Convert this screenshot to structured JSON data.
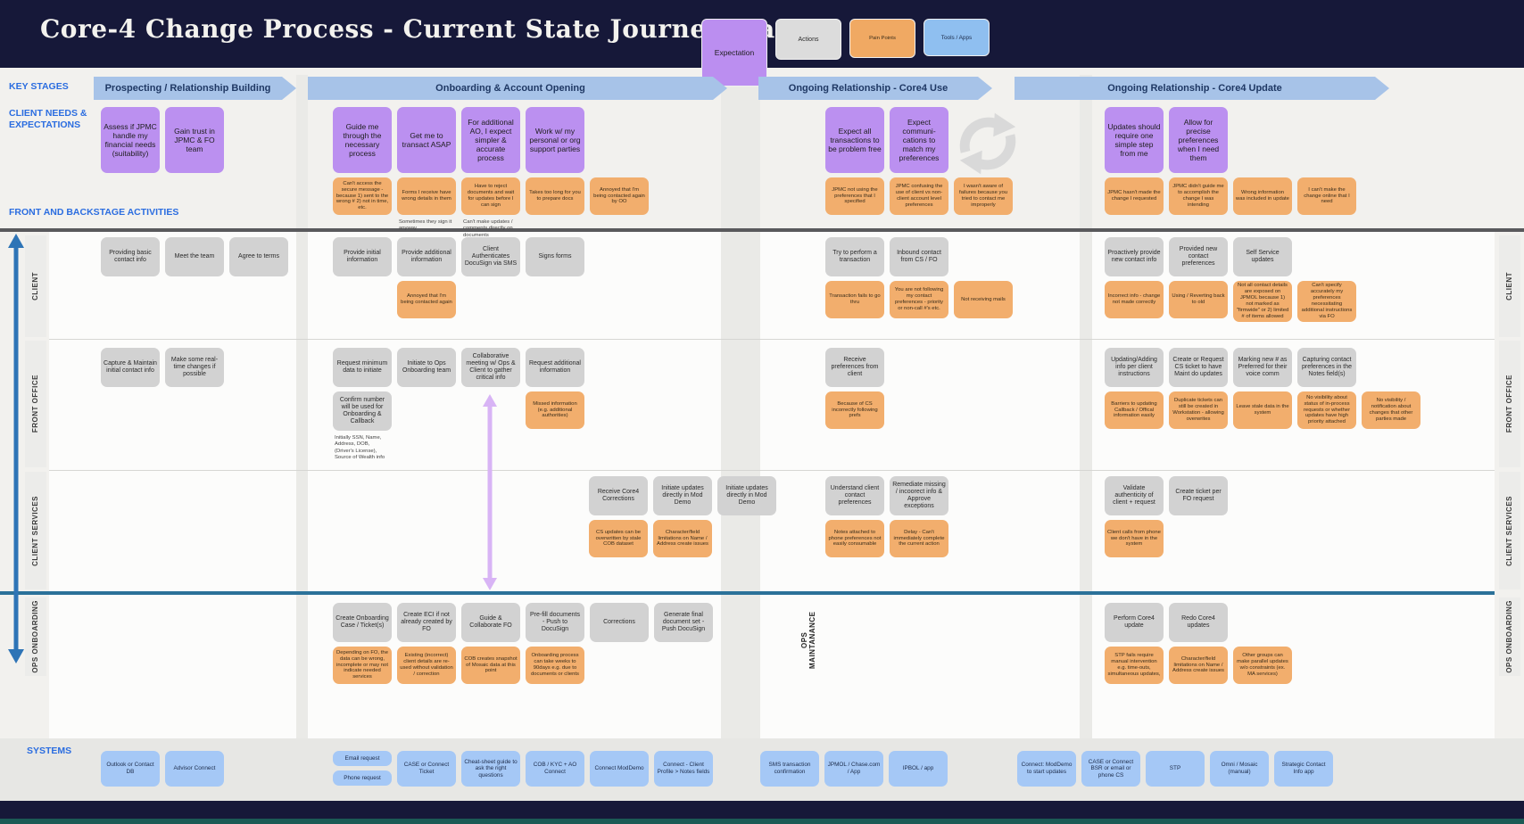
{
  "header": {
    "title": "Core-4 Change Process - Current State Journey Map",
    "legend": [
      {
        "label": "Expectation",
        "type": "expectation"
      },
      {
        "label": "Actions",
        "type": "action"
      },
      {
        "label": "Pain Points",
        "type": "pain"
      },
      {
        "label": "Tools / Apps",
        "type": "tool"
      }
    ]
  },
  "labels": {
    "key_stages": "KEY STAGES",
    "client_needs": "CLIENT NEEDS &\nEXPECTATIONS",
    "front_backstage": "FRONT AND BACKSTAGE ACTIVITIES",
    "systems": "SYSTEMS",
    "ops_maintanance": "OPS MAINTANANCE"
  },
  "stages": [
    {
      "label": "Prospecting / Relationship Building"
    },
    {
      "label": "Onboarding & Account Opening"
    },
    {
      "label": "Ongoing Relationship - Core4 Use"
    },
    {
      "label": "Ongoing Relationship - Core4 Update"
    }
  ],
  "lanes": [
    "CLIENT",
    "FRONT OFFICE",
    "CLIENT SERVICES",
    "OPS ONBOARDING"
  ],
  "colors": {
    "header_bg": "#161839",
    "expectation": "#bb90f0",
    "action": "#d2d2d2",
    "pain": "#f2ae6d",
    "tool": "#a5c8f6",
    "stage_arrow": "#a7c3e8",
    "label_blue": "#2b6de0",
    "visibility_line": "#2b7199",
    "footer_strip": "#1b5a55"
  },
  "cells": {
    "needs": {
      "s1": [
        [
          {
            "kind": "expectation",
            "text": "Assess if JPMC handle my financial needs (suitability)"
          }
        ],
        [
          {
            "kind": "expectation",
            "text": "Gain trust in JPMC & FO team"
          }
        ]
      ],
      "s2": [
        [
          {
            "kind": "expectation",
            "text": "Guide me through the necessary process"
          },
          {
            "kind": "pain",
            "text": "Can't access the secure message - because 1) sent to the wrong # 2) not in time, etc."
          }
        ],
        [
          {
            "kind": "expectation",
            "text": "Get me to transact ASAP"
          },
          {
            "kind": "pain",
            "text": "Forms I receive have wrong details in them"
          },
          {
            "kind": "note",
            "text": "Sometimes they sign it anyway"
          }
        ],
        [
          {
            "kind": "expectation",
            "text": "For additional AO, I expect simpler & accurate process"
          },
          {
            "kind": "pain",
            "text": "Have to reject documents and wait for updates before I can sign"
          },
          {
            "kind": "note",
            "text": "Can't make updates / comments directly on documents"
          }
        ],
        [
          {
            "kind": "expectation",
            "text": "Work w/ my personal or org support parties"
          },
          {
            "kind": "pain",
            "text": "Takes too long for you to prepare docs"
          }
        ],
        [
          {
            "kind": "spacerE"
          },
          {
            "kind": "pain",
            "text": "Annoyed that I'm being contacted again by OO"
          }
        ]
      ],
      "s3": [
        [
          {
            "kind": "expectation",
            "text": "Expect all transactions to be problem free"
          },
          {
            "kind": "pain",
            "text": "JPMC not using the preferences that I specified"
          }
        ],
        [
          {
            "kind": "expectation",
            "text": "Expect communi-cations to match my preferences"
          },
          {
            "kind": "pain",
            "text": "JPMC confusing the use of client vs non-client account level preferences"
          }
        ],
        [
          {
            "kind": "spacerE"
          },
          {
            "kind": "pain",
            "text": "I wasn't aware of failures because you tried to contact me improperly"
          }
        ]
      ],
      "s4": [
        [
          {
            "kind": "expectation",
            "text": "Updates should require one simple step from me"
          },
          {
            "kind": "pain",
            "text": "JPMC hasn't made the change I requested"
          }
        ],
        [
          {
            "kind": "expectation",
            "text": "Allow for precise preferences when I need them"
          },
          {
            "kind": "pain",
            "text": "JPMC didn't guide me to accomplish the change I was intending"
          }
        ],
        [
          {
            "kind": "spacerE"
          },
          {
            "kind": "pain",
            "text": "Wrong information was included in update"
          }
        ],
        [
          {
            "kind": "spacerE"
          },
          {
            "kind": "pain",
            "text": "I can't make the change online that I need"
          }
        ]
      ]
    },
    "client": {
      "s1": [
        [
          {
            "kind": "action",
            "text": "Providing basic contact info"
          }
        ],
        [
          {
            "kind": "action",
            "text": "Meet the team"
          }
        ],
        [
          {
            "kind": "action",
            "text": "Agree to terms"
          }
        ]
      ],
      "s2": [
        [
          {
            "kind": "action",
            "text": "Provide initial information"
          }
        ],
        [
          {
            "kind": "action",
            "text": "Provide additional information"
          },
          {
            "kind": "pain",
            "text": "Annoyed that I'm being contacted again"
          }
        ],
        [
          {
            "kind": "action",
            "text": "Client Authenticates DocuSign via SMS"
          }
        ],
        [
          {
            "kind": "action",
            "text": "Signs forms"
          }
        ]
      ],
      "s3": [
        [
          {
            "kind": "action",
            "text": "Try to perform a transaction"
          },
          {
            "kind": "pain",
            "text": "Transaction fails to go thru"
          }
        ],
        [
          {
            "kind": "action",
            "text": "Inbound contact from CS / FO"
          },
          {
            "kind": "pain",
            "text": "You are not following my contact preferences - priority or non-call #'s etc."
          }
        ],
        [
          {
            "kind": "spacerA"
          },
          {
            "kind": "pain",
            "text": "Not receiving mails"
          }
        ]
      ],
      "s4": [
        [
          {
            "kind": "action",
            "text": "Proactively provide new contact info"
          },
          {
            "kind": "pain",
            "text": "Incorrect info - change not made correctly"
          }
        ],
        [
          {
            "kind": "action",
            "text": "Provided new contact preferences"
          },
          {
            "kind": "pain",
            "text": "Using / Reverting back to old"
          }
        ],
        [
          {
            "kind": "action",
            "text": "Self Service updates"
          },
          {
            "kind": "pain",
            "text": "Not all contact details are exposed on JPMOL because 1) not marked as \"firmwide\" or 2) limited # of items allowed"
          }
        ],
        [
          {
            "kind": "spacerA"
          },
          {
            "kind": "pain",
            "text": "Can't specify accurately my preferences necessitating additional instructions via FO"
          }
        ]
      ]
    },
    "fo": {
      "s1": [
        [
          {
            "kind": "action",
            "text": "Capture & Maintain initial contact info"
          }
        ],
        [
          {
            "kind": "action",
            "text": "Make some real-time changes if possible"
          }
        ]
      ],
      "s2": [
        [
          {
            "kind": "action",
            "text": "Request minimum data to initiate"
          },
          {
            "kind": "action",
            "text": "Confirm number will be used for Onboarding & Callback"
          },
          {
            "kind": "note",
            "text": "Initially SSN, Name, Address, DOB, (Driver's License), Source of Wealth info"
          }
        ],
        [
          {
            "kind": "action",
            "text": "Initiate to Ops Onboarding team"
          }
        ],
        [
          {
            "kind": "action",
            "text": "Collaborative meeting w/ Ops & Client to gather critical info"
          }
        ],
        [
          {
            "kind": "action",
            "text": "Request additional information"
          },
          {
            "kind": "pain",
            "text": "Missed information (e.g. additional authorities)"
          }
        ]
      ],
      "s3": [
        [
          {
            "kind": "action",
            "text": "Receive preferences from client"
          },
          {
            "kind": "pain",
            "text": "Because of CS incorrectly following prefs"
          }
        ]
      ],
      "s4": [
        [
          {
            "kind": "action",
            "text": "Updating/Adding info per client instructions"
          },
          {
            "kind": "pain",
            "text": "Barriers to updating Callback / Offical information easily"
          }
        ],
        [
          {
            "kind": "action",
            "text": "Create or Request CS ticket to have Maint do updates"
          },
          {
            "kind": "pain",
            "text": "Duplicate tickets can still be created in Workstation - allowing overwrites"
          }
        ],
        [
          {
            "kind": "action",
            "text": "Marking new # as Preferred for their voice comm"
          },
          {
            "kind": "pain",
            "text": "Leave stale data in the system"
          }
        ],
        [
          {
            "kind": "action",
            "text": "Capturing contact preferences in the Notes field(s)"
          },
          {
            "kind": "pain",
            "text": "No visibility about status of in-process requests or whether updates have high priority attached"
          }
        ],
        [
          {
            "kind": "spacerA"
          },
          {
            "kind": "pain",
            "text": "No visibility / notification about changes that other parties made"
          }
        ]
      ]
    },
    "cs": {
      "s2": [
        [
          {
            "kind": "action",
            "text": "Receive Core4 Corrections"
          },
          {
            "kind": "pain",
            "text": "CS updates can be overwritten by stale COB dataset"
          }
        ],
        [
          {
            "kind": "action",
            "text": "Initiate updates directly in Mod Demo"
          },
          {
            "kind": "pain",
            "text": "Character/field limitations on Name / Address create issues"
          }
        ],
        [
          {
            "kind": "action",
            "text": "Initiate updates directly in Mod Demo"
          }
        ]
      ],
      "s3": [
        [
          {
            "kind": "action",
            "text": "Understand client contact preferences"
          },
          {
            "kind": "pain",
            "text": "Notes attached to phone preferences not easily consumable"
          }
        ],
        [
          {
            "kind": "action",
            "text": "Remediate missing / incoorect info & Approve exceptions"
          },
          {
            "kind": "pain",
            "text": "Delay - Can't immediately complete the current action"
          }
        ]
      ],
      "s4": [
        [
          {
            "kind": "action",
            "text": "Validate authenticity of client + request"
          },
          {
            "kind": "pain",
            "text": "Client calls from phone we don't have in the system"
          }
        ],
        [
          {
            "kind": "action",
            "text": "Create ticket per FO request"
          }
        ]
      ]
    },
    "ops": {
      "s2": [
        [
          {
            "kind": "action",
            "text": "Create Onboarding Case / Ticket(s)"
          },
          {
            "kind": "pain",
            "text": "Depending on FO, the data can be wrong, incomplete or may not indicate needed services"
          }
        ],
        [
          {
            "kind": "action",
            "text": "Create ECI if not already created by FO"
          },
          {
            "kind": "pain",
            "text": "Existing (incorrect) client details are re-used without validation / correction"
          }
        ],
        [
          {
            "kind": "action",
            "text": "Guide & Collaborate FO"
          },
          {
            "kind": "pain",
            "text": "COB creates snapshot of Mosaic data at this point"
          }
        ],
        [
          {
            "kind": "action",
            "text": "Pre-fill documents - Push to DocuSign"
          },
          {
            "kind": "pain",
            "text": "Onboarding process can take weeks to 90days e.g. due to documents or clients"
          }
        ],
        [
          {
            "kind": "action",
            "text": "Corrections"
          }
        ],
        [
          {
            "kind": "action",
            "text": "Generate final document set - Push DocuSign"
          }
        ]
      ],
      "s4": [
        [
          {
            "kind": "action",
            "text": "Perform Core4 update"
          },
          {
            "kind": "pain",
            "text": "STP fails require manual intervention e.g. time-outs, simultaneous updates,"
          }
        ],
        [
          {
            "kind": "action",
            "text": "Redo Core4 updates"
          },
          {
            "kind": "pain",
            "text": "Character/field limitations on Name / Address create issues"
          }
        ],
        [
          {
            "kind": "spacerA"
          },
          {
            "kind": "pain",
            "text": "Other groups can make parallel updates w/o constraints (ex. MA services)"
          }
        ]
      ]
    },
    "systems": {
      "s1": [
        [
          {
            "kind": "tool",
            "text": "Outlook or Contact DB"
          }
        ],
        [
          {
            "kind": "tool",
            "text": "Advisor Connect"
          }
        ]
      ],
      "s2": [
        [
          {
            "kind": "toolsm",
            "text": "Email request"
          },
          {
            "kind": "toolsm",
            "text": "Phone request"
          }
        ],
        [
          {
            "kind": "tool",
            "text": "CASE or Connect Ticket"
          }
        ],
        [
          {
            "kind": "tool",
            "text": "Cheat-sheet guide to ask the right questions"
          }
        ],
        [
          {
            "kind": "tool",
            "text": "COB / KYC + AO Connect"
          }
        ],
        [
          {
            "kind": "tool",
            "text": "Connect ModDemo"
          }
        ],
        [
          {
            "kind": "tool",
            "text": "Connect - Client Profile > Notes fields"
          }
        ]
      ],
      "s3": [
        [
          {
            "kind": "tool",
            "text": "SMS transaction confirmation"
          }
        ],
        [
          {
            "kind": "tool",
            "text": "JPMOL / Chase.com / App"
          }
        ],
        [
          {
            "kind": "tool",
            "text": "IPBOL / app"
          }
        ]
      ],
      "s4": [
        [
          {
            "kind": "tool",
            "text": "Connect: ModDemo to start updates"
          }
        ],
        [
          {
            "kind": "tool",
            "text": "CASE or Connect BSR or email or phone CS"
          }
        ],
        [
          {
            "kind": "tool",
            "text": "STP"
          }
        ],
        [
          {
            "kind": "tool",
            "text": "Omni / Mosaic (manual)"
          }
        ],
        [
          {
            "kind": "tool",
            "text": "Strategic Contact Info app"
          }
        ]
      ]
    }
  }
}
